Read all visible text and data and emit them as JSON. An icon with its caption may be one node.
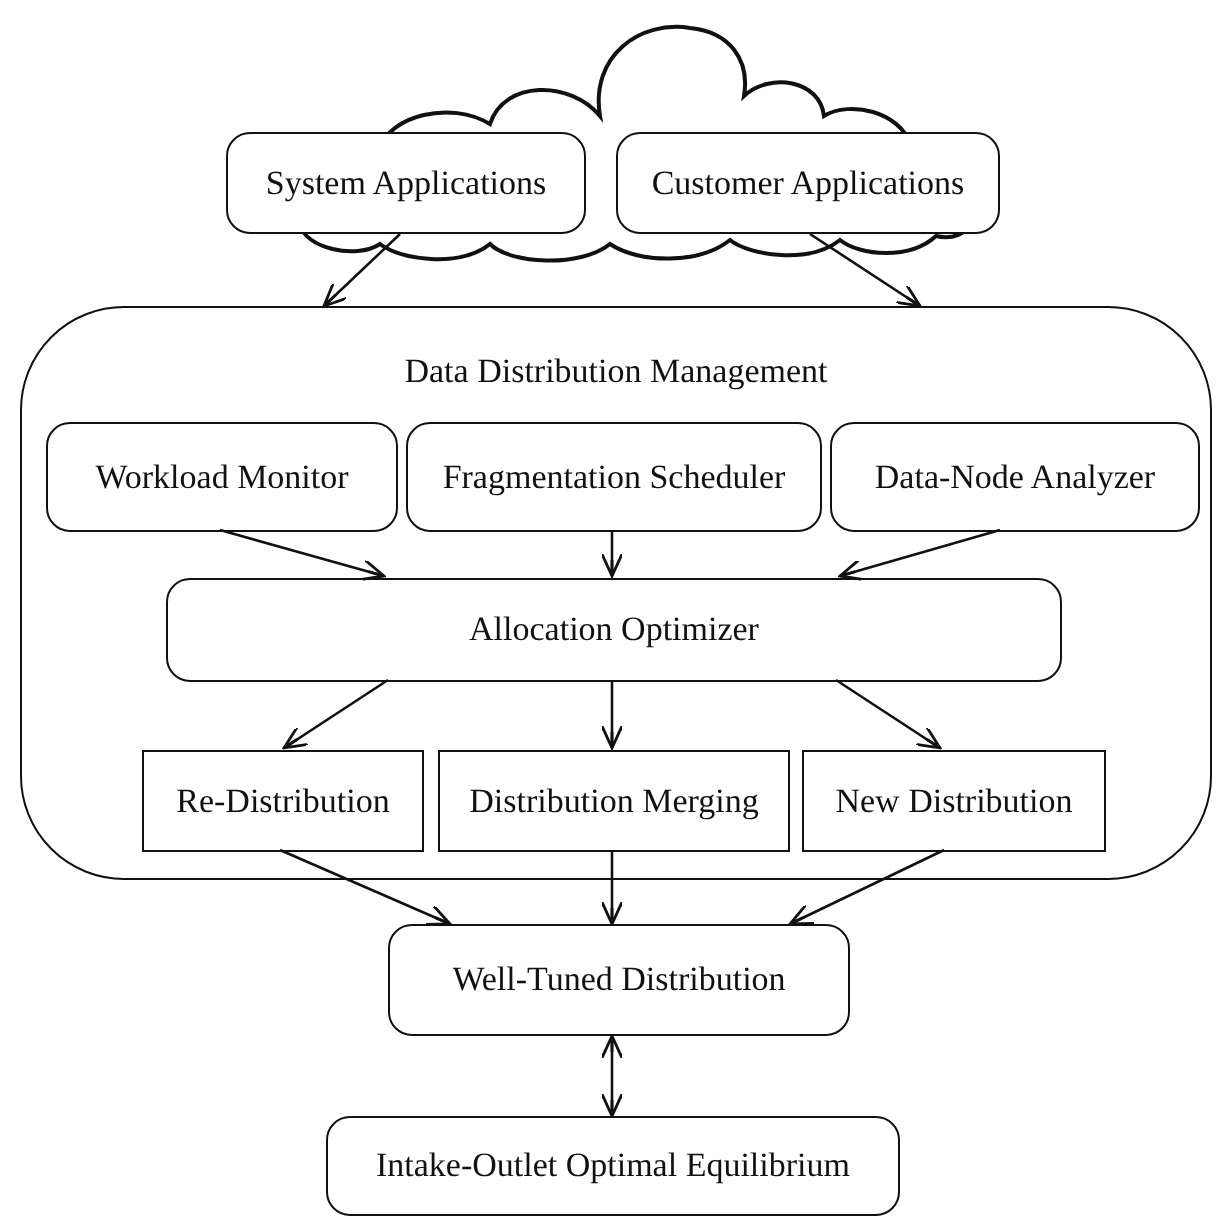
{
  "diagram": {
    "nodes": [
      {
        "text": [
          "System Applications"
        ]
      },
      {
        "text": [
          "Customer Applications"
        ]
      },
      {
        "text": [
          "Data Distribution Management"
        ]
      },
      {
        "text": [
          "Workload Monitor"
        ],
        "in": 2
      },
      {
        "text": [
          "Fragmentation Scheduler"
        ],
        "in": 2
      },
      {
        "text": [
          "Data-Node Analyzer"
        ],
        "in": 2
      },
      {
        "text": [
          "Allocation Optimizer"
        ],
        "in": 2
      },
      {
        "text": [
          "Re-Distribution"
        ],
        "in": 2
      },
      {
        "text": [
          "Distribution Merging"
        ],
        "in": 2
      },
      {
        "text": [
          "New Distribution"
        ],
        "in": 2
      },
      {
        "text": [
          "Well-Tuned Distribution"
        ]
      },
      {
        "text": [
          "Intake-Outlet Optimal Equilibrium"
        ]
      }
    ],
    "edges": [
      {
        "from": 0,
        "to": 2,
        "arrow": "to"
      },
      {
        "from": 1,
        "to": 2,
        "arrow": "to"
      },
      {
        "from": 3,
        "to": 6,
        "arrow": "to"
      },
      {
        "from": 4,
        "to": 6,
        "arrow": "to"
      },
      {
        "from": 5,
        "to": 6,
        "arrow": "to"
      },
      {
        "from": 6,
        "to": 7,
        "arrow": "to"
      },
      {
        "from": 6,
        "to": 8,
        "arrow": "to"
      },
      {
        "from": 6,
        "to": 9,
        "arrow": "to"
      },
      {
        "from": 7,
        "to": 10,
        "arrow": "to"
      },
      {
        "from": 8,
        "to": 10,
        "arrow": "to"
      },
      {
        "from": 9,
        "to": 10,
        "arrow": "to"
      },
      {
        "from": 10,
        "to": 11,
        "arrow": "both"
      }
    ]
  }
}
